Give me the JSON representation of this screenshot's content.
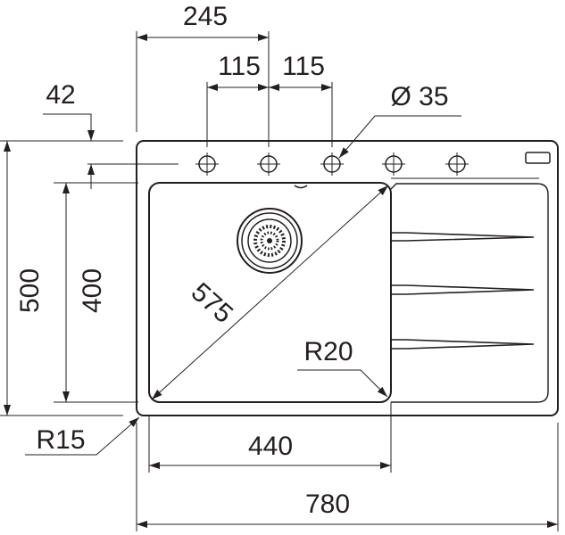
{
  "dimensions": {
    "width_total": "780",
    "depth_total": "500",
    "bowl_width": "440",
    "bowl_depth": "400",
    "bowl_diagonal": "575",
    "tap_offset": "245",
    "hole_spacing_left": "115",
    "hole_spacing_right": "115",
    "edge_offset": "42",
    "hole_diameter": "Ø 35",
    "bowl_corner_radius": "R20",
    "outer_corner_radius": "R15"
  },
  "colors": {
    "line": "#231f20",
    "background": "#ffffff"
  }
}
